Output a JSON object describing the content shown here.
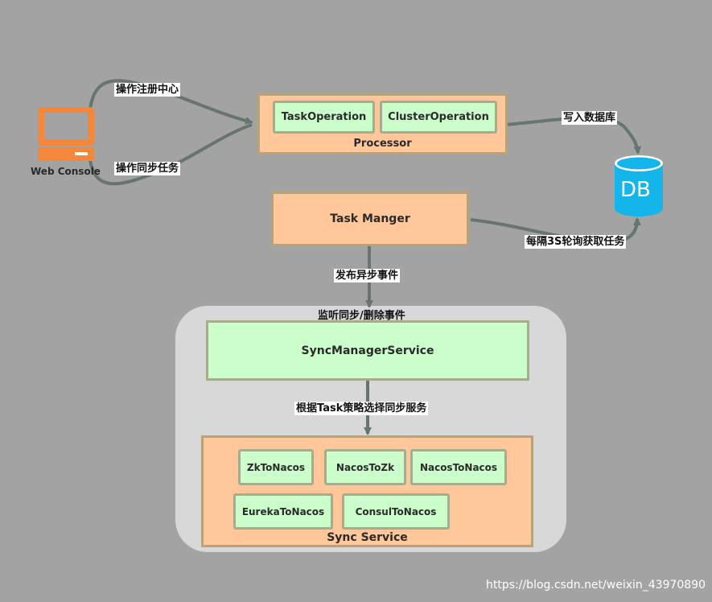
{
  "diagram": {
    "web_console": {
      "label": "Web Console"
    },
    "processor": {
      "label": "Processor",
      "items": [
        "TaskOperation",
        "ClusterOperation"
      ]
    },
    "db": {
      "label": "DB"
    },
    "task_manager": {
      "label": "Task Manger"
    },
    "sync_manager": {
      "label": "SyncManagerService"
    },
    "sync_service": {
      "label": "Sync Service",
      "items": [
        "ZkToNacos",
        "NacosToZk",
        "NacosToNacos",
        "EurekaToNacos",
        "ConsulToNacos"
      ]
    },
    "edges": {
      "register": "操作注册中心",
      "sync_task": "操作同步任务",
      "write_db": "写入数据库",
      "poll": "每隔3S轮询获取任务",
      "publish": "发布异步事件",
      "listen": "监听同步/删除事件",
      "choose": "根据Task策略选择同步服务"
    },
    "colors": {
      "background": "#a3a3a3",
      "orange_box": "#ffc79a",
      "green_box": "#ccfecb",
      "db": "#13b5ea",
      "console": "#f5873a",
      "arrow": "#66756f"
    }
  },
  "watermark": "https://blog.csdn.net/weixin_43970890"
}
